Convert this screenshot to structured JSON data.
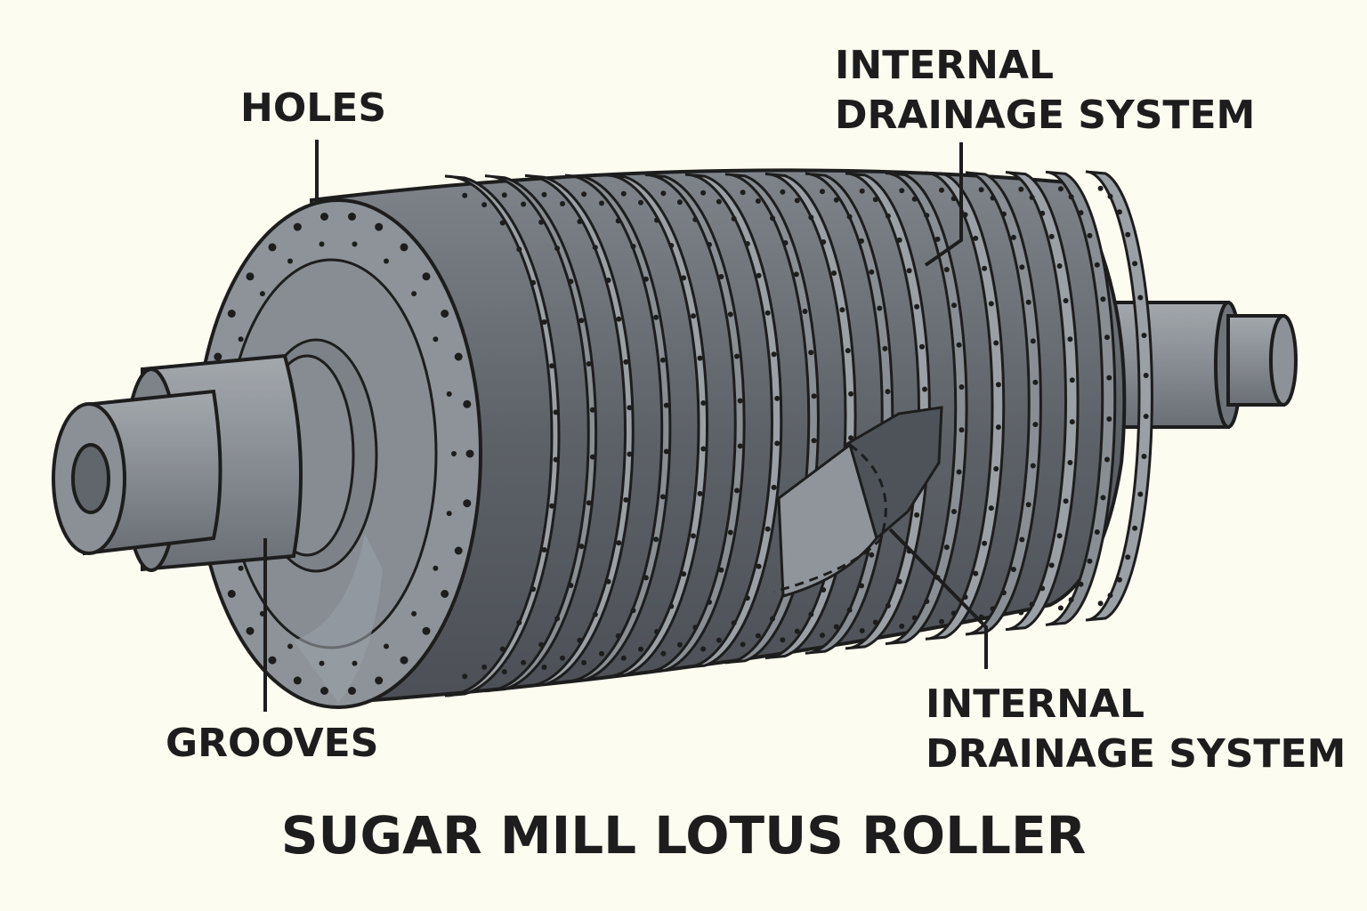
{
  "labels": {
    "holes": "HOLES",
    "drainage_top": [
      "INTERNAL",
      "DRAINAGE SYSTEM"
    ],
    "grooves": "GROOVES",
    "drainage_bottom": [
      "INTERNAL",
      "DRAINAGE SYSTEM"
    ]
  },
  "title": "SUGAR MILL LOTUS ROLLER",
  "colors": {
    "background": "#fdfcf1",
    "outline": "#1d1d1d",
    "disc_light": "#9aa0a6",
    "disc_dark": "#555a60",
    "shaft": "#868b91"
  },
  "parts": [
    "shaft-left",
    "end-face",
    "perforated-discs",
    "drainage-cutaway",
    "shaft-right"
  ]
}
